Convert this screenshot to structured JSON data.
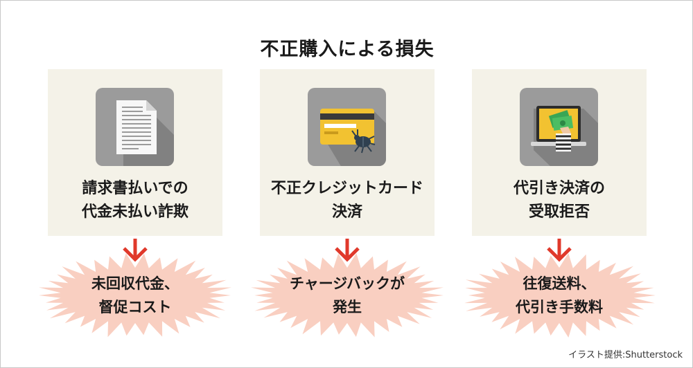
{
  "title": "不正購入による損失",
  "columns": [
    {
      "label_lines": [
        "請求書払いでの",
        "代金未払い詐欺"
      ],
      "result_lines": [
        "未回収代金、",
        "督促コスト"
      ],
      "icon": "document-icon"
    },
    {
      "label_lines": [
        "不正クレジットカード",
        "決済"
      ],
      "result_lines": [
        "チャージバックが",
        "発生"
      ],
      "icon": "credit-card-bug-icon"
    },
    {
      "label_lines": [
        "代引き決済の",
        "受取拒否"
      ],
      "result_lines": [
        "往復送料、",
        "代引き手数料"
      ],
      "icon": "laptop-cash-icon"
    }
  ],
  "credit": "イラスト提供:Shutterstock",
  "colors": {
    "panel": "#f4f2e8",
    "icon_bg": "#9b9b9b",
    "arrow": "#e0392b",
    "burst": "#f9cfc1",
    "card": "#f2c231"
  }
}
